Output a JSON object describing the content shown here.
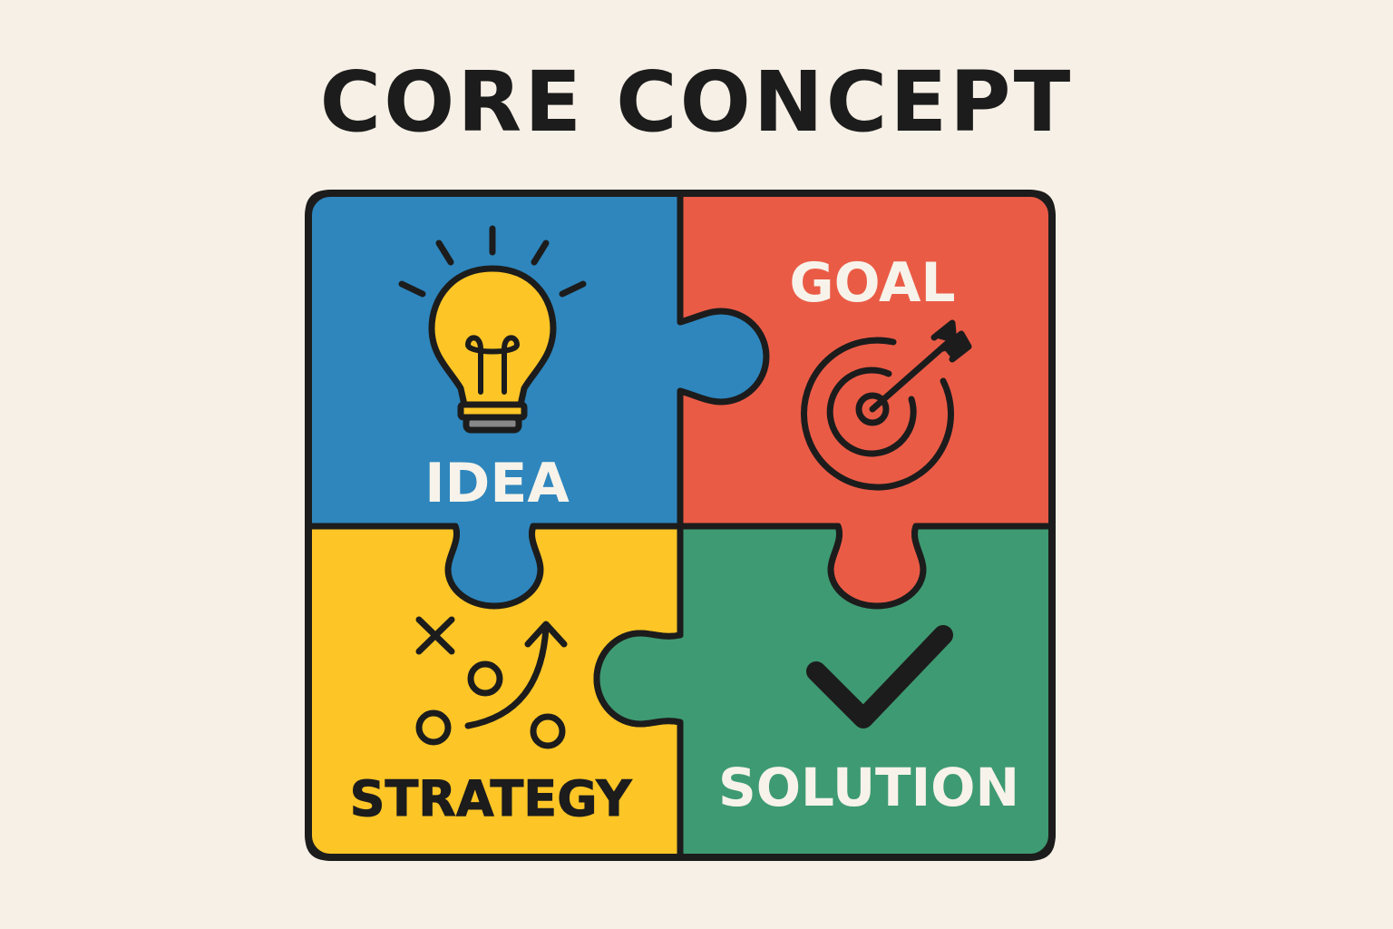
{
  "title": "CORE CONCEPT",
  "colors": {
    "background": "#f7f0e6",
    "outline": "#1c1c1c",
    "idea": "#2e86bd",
    "goal": "#ea5b46",
    "strategy": "#fdc526",
    "solution": "#3e9a72",
    "bulb": "#fdc526",
    "bulb_base": "#888888"
  },
  "pieces": {
    "idea": {
      "label": "IDEA",
      "icon": "lightbulb-icon"
    },
    "goal": {
      "label": "GOAL",
      "icon": "target-arrow-icon"
    },
    "strategy": {
      "label": "STRATEGY",
      "icon": "strategy-play-icon"
    },
    "solution": {
      "label": "SOLUTION",
      "icon": "checkmark-icon"
    }
  }
}
